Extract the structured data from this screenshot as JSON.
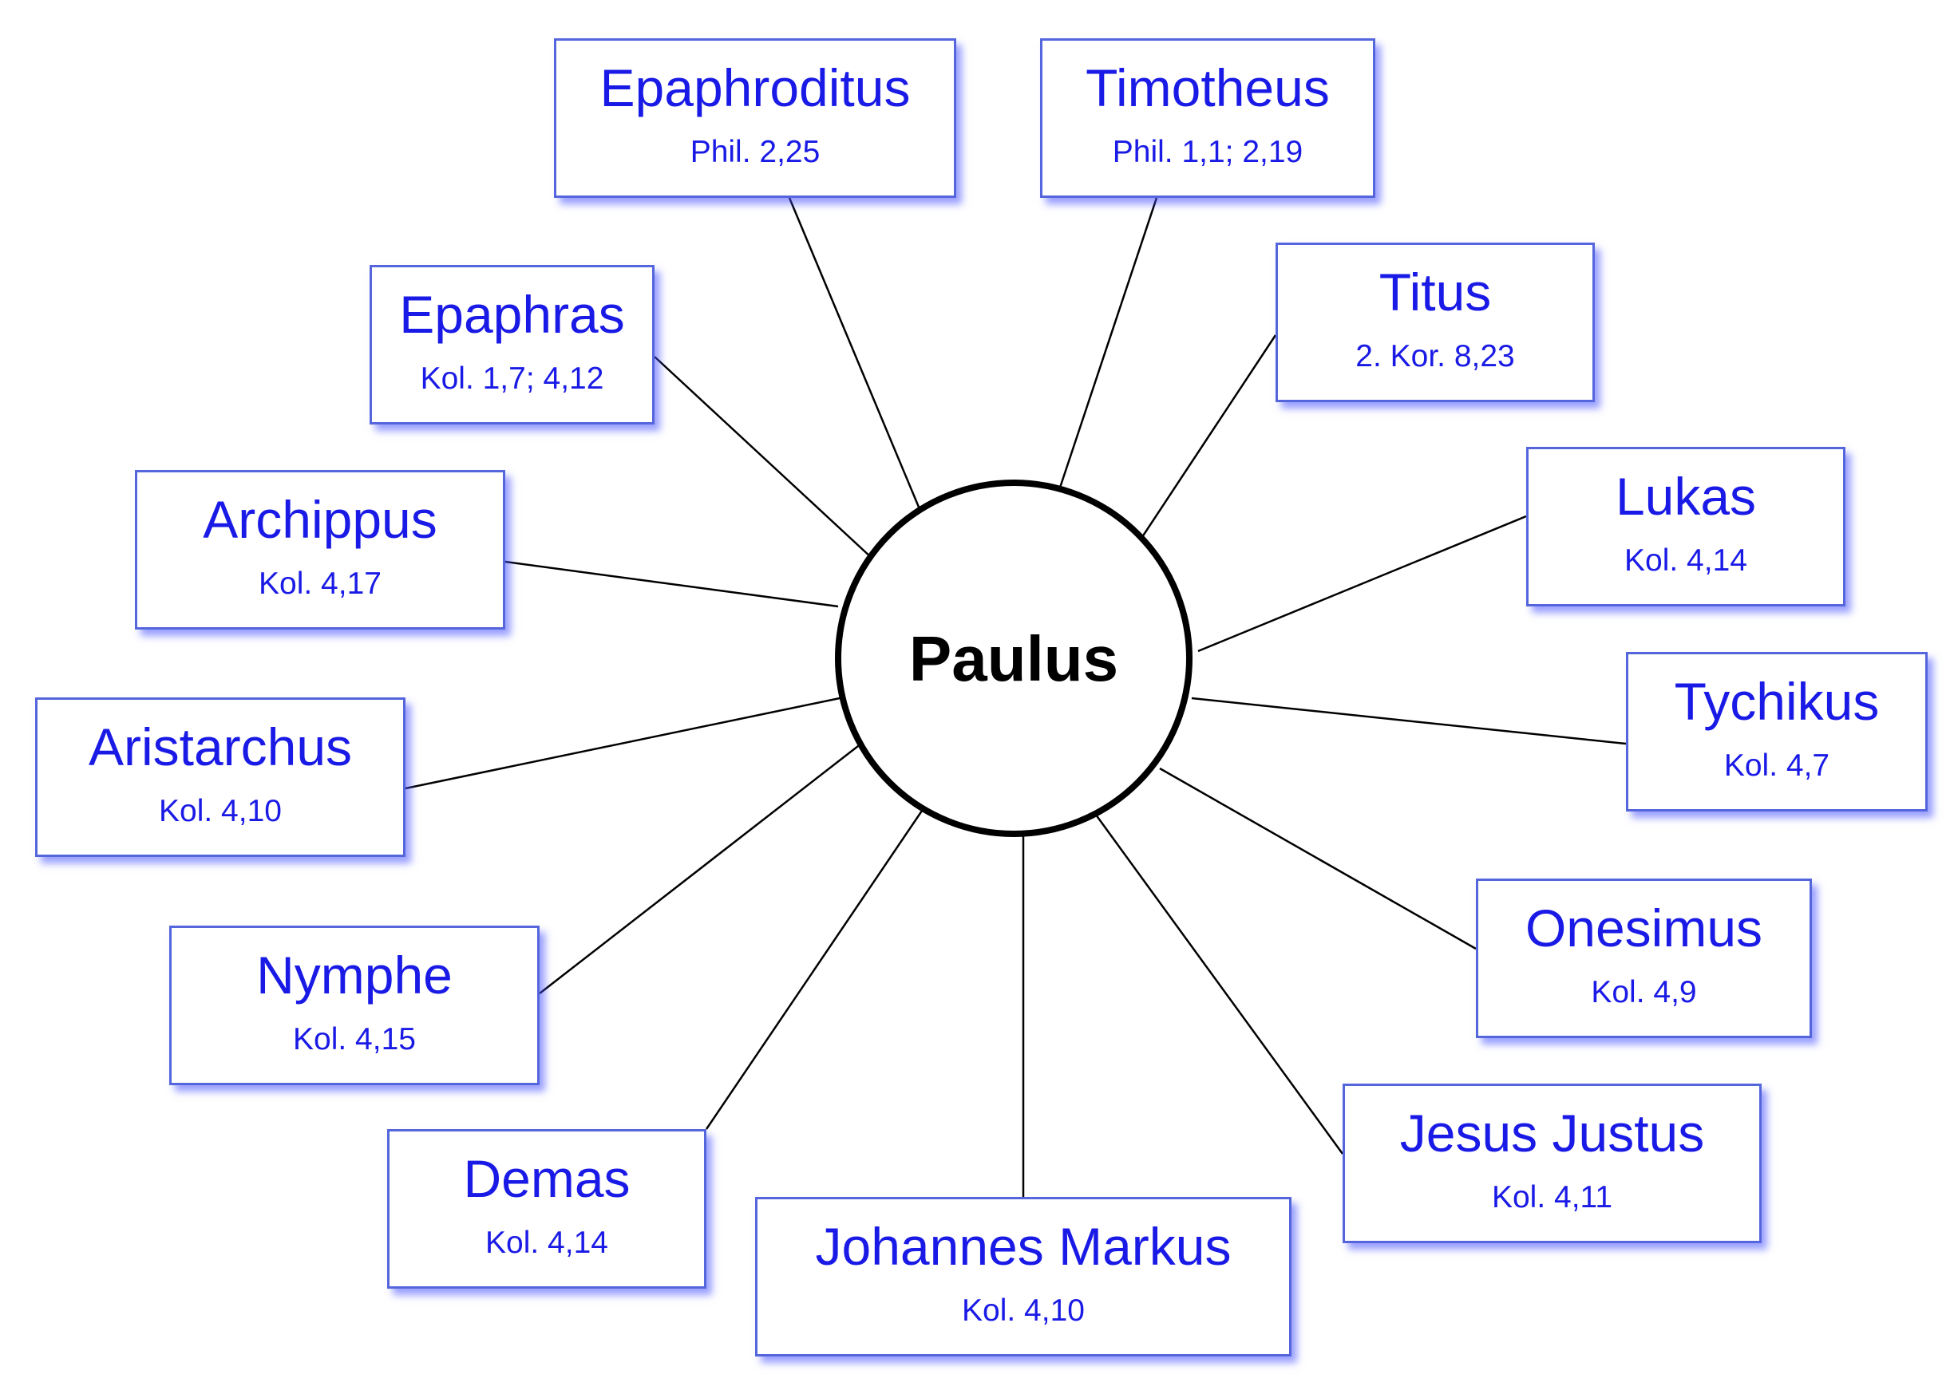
{
  "center": {
    "label": "Paulus"
  },
  "nodes": [
    {
      "id": "epaphroditus",
      "name": "Epaphroditus",
      "ref": "Phil. 2,25"
    },
    {
      "id": "timotheus",
      "name": "Timotheus",
      "ref": "Phil. 1,1; 2,19"
    },
    {
      "id": "titus",
      "name": "Titus",
      "ref": "2. Kor. 8,23"
    },
    {
      "id": "epaphras",
      "name": "Epaphras",
      "ref": "Kol. 1,7; 4,12"
    },
    {
      "id": "lukas",
      "name": "Lukas",
      "ref": "Kol. 4,14"
    },
    {
      "id": "archippus",
      "name": "Archippus",
      "ref": "Kol. 4,17"
    },
    {
      "id": "tychikus",
      "name": "Tychikus",
      "ref": "Kol. 4,7"
    },
    {
      "id": "aristarchus",
      "name": "Aristarchus",
      "ref": "Kol. 4,10"
    },
    {
      "id": "onesimus",
      "name": "Onesimus",
      "ref": "Kol. 4,9"
    },
    {
      "id": "nymphe",
      "name": "Nymphe",
      "ref": "Kol. 4,15"
    },
    {
      "id": "jesus-justus",
      "name": "Jesus Justus",
      "ref": "Kol. 4,11"
    },
    {
      "id": "demas",
      "name": "Demas",
      "ref": "Kol. 4,14"
    },
    {
      "id": "johannes-markus",
      "name": "Johannes Markus",
      "ref": "Kol. 4,10"
    }
  ],
  "colors": {
    "text": "#1a1ae6",
    "border": "#5566dd",
    "shadow": "#4650ff",
    "line": "#000000"
  }
}
